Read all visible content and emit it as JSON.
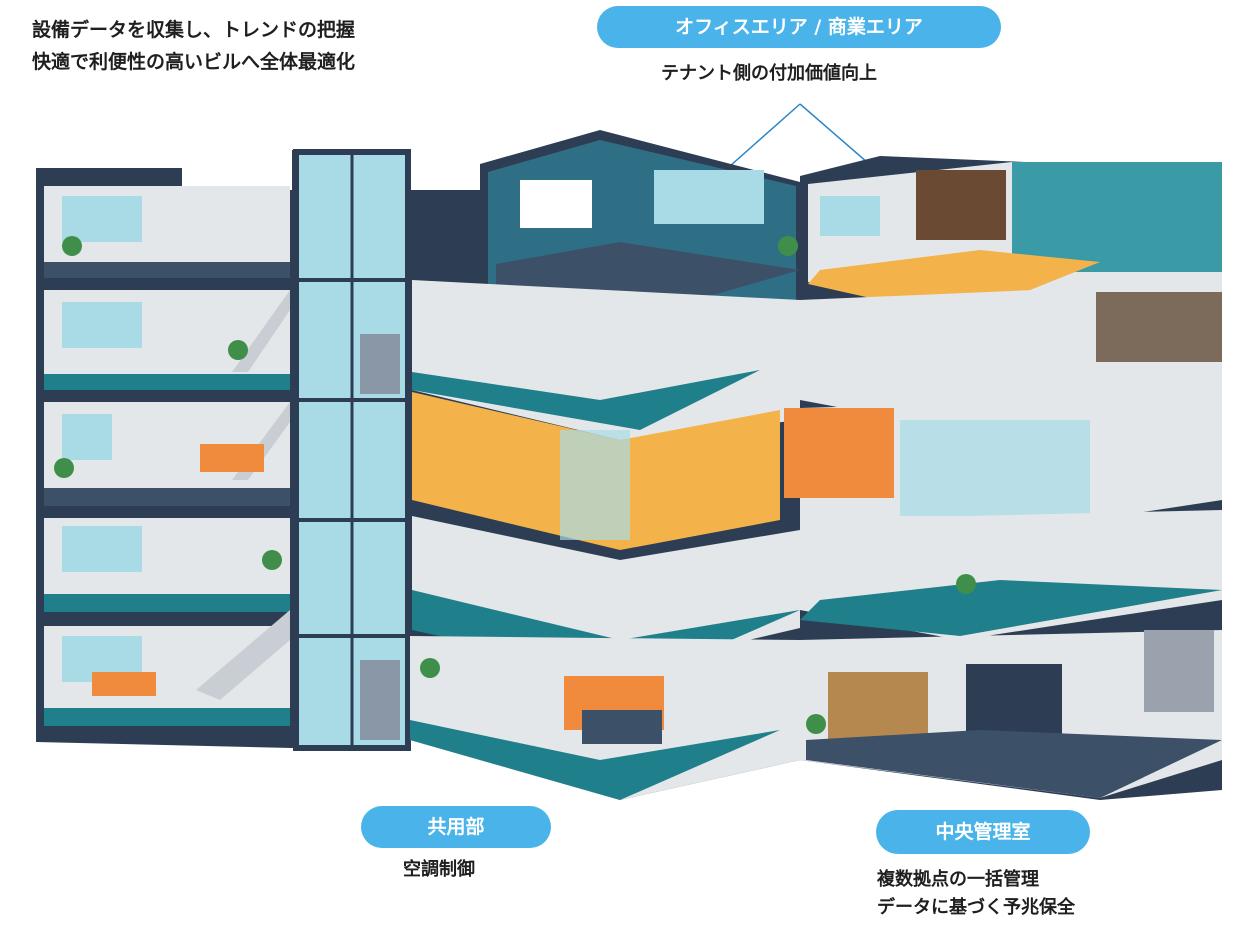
{
  "intro": {
    "line1": "設備データを収集し、トレンドの把握",
    "line2": "快適で利便性の高いビルへ全体最適化"
  },
  "office_area": {
    "title": "オフィスエリア / 商業エリア",
    "caption": "テナント側の付加価値向上"
  },
  "common_area": {
    "title": "共用部",
    "caption": "空調制御"
  },
  "central_room": {
    "title": "中央管理室",
    "line1": "複数拠点の一括管理",
    "line2": "データに基づく予兆保全"
  },
  "colors": {
    "accent_pill": "#49b3ea",
    "building_navy": "#2d3e54",
    "floor_teal": "#1f7f8a",
    "wall_gray": "#e4e7ea",
    "glass": "#a9dbe6",
    "orange": "#f08a3c"
  }
}
